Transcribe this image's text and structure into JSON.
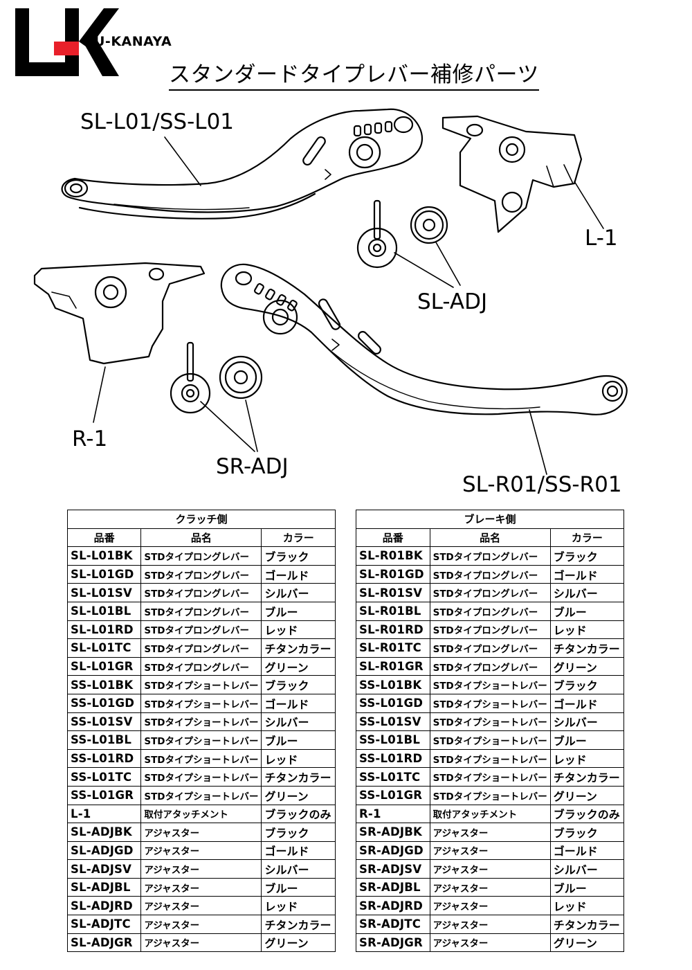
{
  "header": {
    "brand": "U-KANAYA",
    "title": "スタンダードタイプレバー補修パーツ"
  },
  "diagram": {
    "labels": {
      "left_lever": "SL-L01/SS-L01",
      "left_mount": "L-1",
      "left_adjuster": "SL-ADJ",
      "right_mount": "R-1",
      "right_adjuster": "SR-ADJ",
      "right_lever": "SL-R01/SS-R01"
    }
  },
  "clutch_table": {
    "title": "クラッチ側",
    "headers": [
      "品番",
      "品名",
      "カラー"
    ],
    "rows": [
      [
        "SL-L01BK",
        "STDタイプロングレバー",
        "ブラック"
      ],
      [
        "SL-L01GD",
        "STDタイプロングレバー",
        "ゴールド"
      ],
      [
        "SL-L01SV",
        "STDタイプロングレバー",
        "シルバー"
      ],
      [
        "SL-L01BL",
        "STDタイプロングレバー",
        "ブルー"
      ],
      [
        "SL-L01RD",
        "STDタイプロングレバー",
        "レッド"
      ],
      [
        "SL-L01TC",
        "STDタイプロングレバー",
        "チタンカラー"
      ],
      [
        "SL-L01GR",
        "STDタイプロングレバー",
        "グリーン"
      ],
      [
        "SS-L01BK",
        "STDタイプショートレバー",
        "ブラック"
      ],
      [
        "SS-L01GD",
        "STDタイプショートレバー",
        "ゴールド"
      ],
      [
        "SS-L01SV",
        "STDタイプショートレバー",
        "シルバー"
      ],
      [
        "SS-L01BL",
        "STDタイプショートレバー",
        "ブルー"
      ],
      [
        "SS-L01RD",
        "STDタイプショートレバー",
        "レッド"
      ],
      [
        "SS-L01TC",
        "STDタイプショートレバー",
        "チタンカラー"
      ],
      [
        "SS-L01GR",
        "STDタイプショートレバー",
        "グリーン"
      ],
      [
        "L-1",
        "取付アタッチメント",
        "ブラックのみ"
      ],
      [
        "SL-ADJBK",
        "アジャスター",
        "ブラック"
      ],
      [
        "SL-ADJGD",
        "アジャスター",
        "ゴールド"
      ],
      [
        "SL-ADJSV",
        "アジャスター",
        "シルバー"
      ],
      [
        "SL-ADJBL",
        "アジャスター",
        "ブルー"
      ],
      [
        "SL-ADJRD",
        "アジャスター",
        "レッド"
      ],
      [
        "SL-ADJTC",
        "アジャスター",
        "チタンカラー"
      ],
      [
        "SL-ADJGR",
        "アジャスター",
        "グリーン"
      ]
    ]
  },
  "brake_table": {
    "title": "ブレーキ側",
    "headers": [
      "品番",
      "品名",
      "カラー"
    ],
    "rows": [
      [
        "SL-R01BK",
        "STDタイプロングレバー",
        "ブラック"
      ],
      [
        "SL-R01GD",
        "STDタイプロングレバー",
        "ゴールド"
      ],
      [
        "SL-R01SV",
        "STDタイプロングレバー",
        "シルバー"
      ],
      [
        "SL-R01BL",
        "STDタイプロングレバー",
        "ブルー"
      ],
      [
        "SL-R01RD",
        "STDタイプロングレバー",
        "レッド"
      ],
      [
        "SL-R01TC",
        "STDタイプロングレバー",
        "チタンカラー"
      ],
      [
        "SL-R01GR",
        "STDタイプロングレバー",
        "グリーン"
      ],
      [
        "SS-L01BK",
        "STDタイプショートレバー",
        "ブラック"
      ],
      [
        "SS-L01GD",
        "STDタイプショートレバー",
        "ゴールド"
      ],
      [
        "SS-L01SV",
        "STDタイプショートレバー",
        "シルバー"
      ],
      [
        "SS-L01BL",
        "STDタイプショートレバー",
        "ブルー"
      ],
      [
        "SS-L01RD",
        "STDタイプショートレバー",
        "レッド"
      ],
      [
        "SS-L01TC",
        "STDタイプショートレバー",
        "チタンカラー"
      ],
      [
        "SS-L01GR",
        "STDタイプショートレバー",
        "グリーン"
      ],
      [
        "R-1",
        "取付アタッチメント",
        "ブラックのみ"
      ],
      [
        "SR-ADJBK",
        "アジャスター",
        "ブラック"
      ],
      [
        "SR-ADJGD",
        "アジャスター",
        "ゴールド"
      ],
      [
        "SR-ADJSV",
        "アジャスター",
        "シルバー"
      ],
      [
        "SR-ADJBL",
        "アジャスター",
        "ブルー"
      ],
      [
        "SR-ADJRD",
        "アジャスター",
        "レッド"
      ],
      [
        "SR-ADJTC",
        "アジャスター",
        "チタンカラー"
      ],
      [
        "SR-ADJGR",
        "アジャスター",
        "グリーン"
      ]
    ]
  },
  "colors": {
    "logo_red": "#e8202a",
    "ink": "#000000"
  }
}
